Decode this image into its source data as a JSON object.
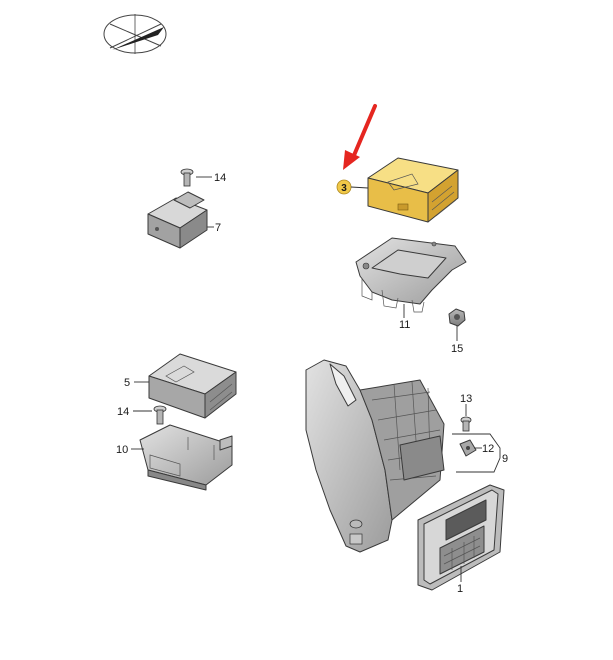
{
  "diagram": {
    "highlight_color": "#f0c848",
    "arrow_color": "#e52620",
    "highlighted_part": "3",
    "parts": [
      {
        "id": "p1",
        "label": "1"
      },
      {
        "id": "p3",
        "label": "3"
      },
      {
        "id": "p5",
        "label": "5"
      },
      {
        "id": "p7",
        "label": "7"
      },
      {
        "id": "p9",
        "label": "9"
      },
      {
        "id": "p10",
        "label": "10"
      },
      {
        "id": "p11",
        "label": "11"
      },
      {
        "id": "p12",
        "label": "12"
      },
      {
        "id": "p13",
        "label": "13"
      },
      {
        "id": "p14a",
        "label": "14"
      },
      {
        "id": "p14b",
        "label": "14"
      },
      {
        "id": "p15",
        "label": "15"
      }
    ]
  }
}
